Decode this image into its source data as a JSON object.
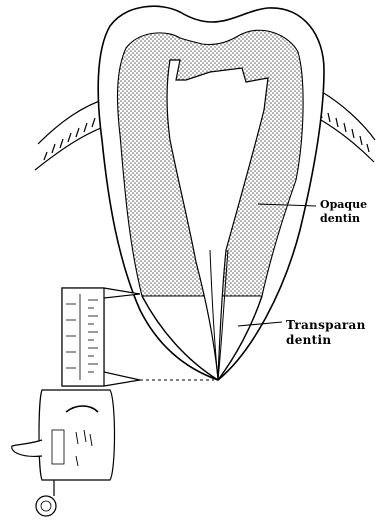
{
  "labels": {
    "opaque_line1": "Opaque",
    "opaque_line2": "dentin",
    "transparan_line1": "Transparan",
    "transparan_line2": "dentin"
  },
  "colors": {
    "line": "#000000",
    "background": "#ffffff",
    "stipple": "#555555"
  },
  "icons": [
    "tooth-diagram",
    "gum-line",
    "caliper-tool"
  ]
}
